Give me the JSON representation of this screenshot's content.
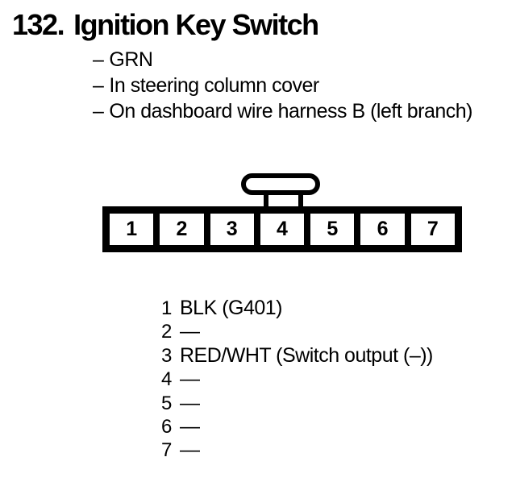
{
  "page": {
    "section_number": "132.",
    "title": "Ignition Key Switch",
    "bullet_char": "–",
    "notes": [
      "GRN",
      "In steering column cover",
      "On dashboard wire harness B (left branch)"
    ]
  },
  "connector": {
    "pins": [
      "1",
      "2",
      "3",
      "4",
      "5",
      "6",
      "7"
    ]
  },
  "pinout": {
    "rows": [
      {
        "pin": "1",
        "value": "BLK (G401)"
      },
      {
        "pin": "2",
        "value": "—"
      },
      {
        "pin": "3",
        "value": "RED/WHT (Switch output (–))"
      },
      {
        "pin": "4",
        "value": "—"
      },
      {
        "pin": "5",
        "value": "—"
      },
      {
        "pin": "6",
        "value": "—"
      },
      {
        "pin": "7",
        "value": "—"
      }
    ]
  },
  "colors": {
    "ink": "#000000",
    "paper": "#ffffff"
  }
}
